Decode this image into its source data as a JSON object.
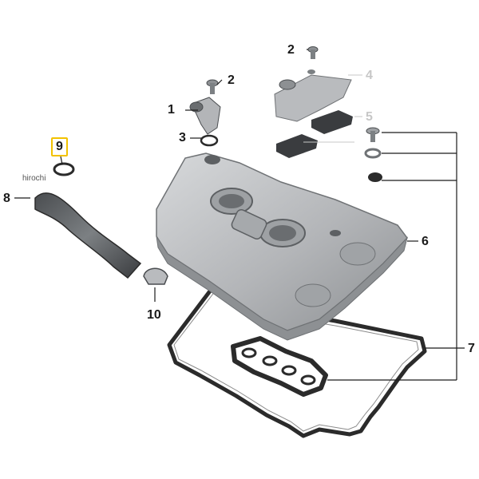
{
  "diagram": {
    "callouts": [
      {
        "id": "c1",
        "text": "1"
      },
      {
        "id": "c2a",
        "text": "2"
      },
      {
        "id": "c2b",
        "text": "2"
      },
      {
        "id": "c3",
        "text": "3"
      },
      {
        "id": "c4",
        "text": "4"
      },
      {
        "id": "c5",
        "text": "5"
      },
      {
        "id": "c6",
        "text": "6"
      },
      {
        "id": "c7",
        "text": "7"
      },
      {
        "id": "c8",
        "text": "8"
      },
      {
        "id": "c9",
        "text": "9"
      },
      {
        "id": "c10",
        "text": "10"
      }
    ],
    "watermark": "hirochi",
    "colors": {
      "highlight": "#f2c200",
      "part_fill": "#b9bbbe",
      "part_dark": "#6f7275",
      "gasket": "#2b2b2b",
      "dimmed_label": "#c7c7c7"
    }
  }
}
